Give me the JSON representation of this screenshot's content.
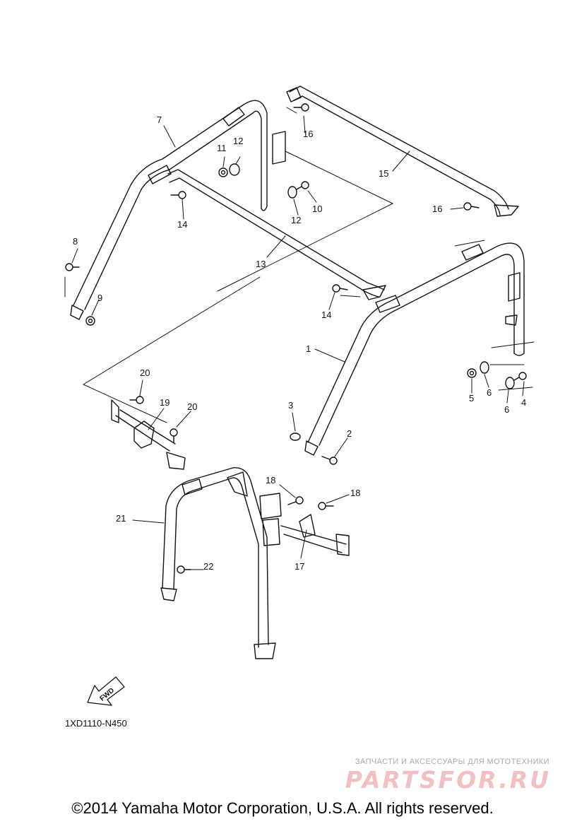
{
  "diagram": {
    "callouts": [
      "1",
      "2",
      "3",
      "4",
      "5",
      "6",
      "6",
      "7",
      "8",
      "9",
      "10",
      "11",
      "12",
      "12",
      "13",
      "14",
      "14",
      "15",
      "16",
      "16",
      "17",
      "18",
      "18",
      "19",
      "20",
      "20",
      "21",
      "22"
    ],
    "fwd_label": "FWD",
    "drawing_code": "1XD1110-N450"
  },
  "watermark": {
    "tagline": "ЗАПЧАСТИ И АКСЕССУАРЫ ДЛЯ МОТОТЕХНИКИ",
    "logo_text": "PARTSFOR.RU",
    "logo_color": "#f2c0c0"
  },
  "footer": {
    "copyright": "©2014 Yamaha Motor Corporation, U.S.A. All rights reserved."
  }
}
